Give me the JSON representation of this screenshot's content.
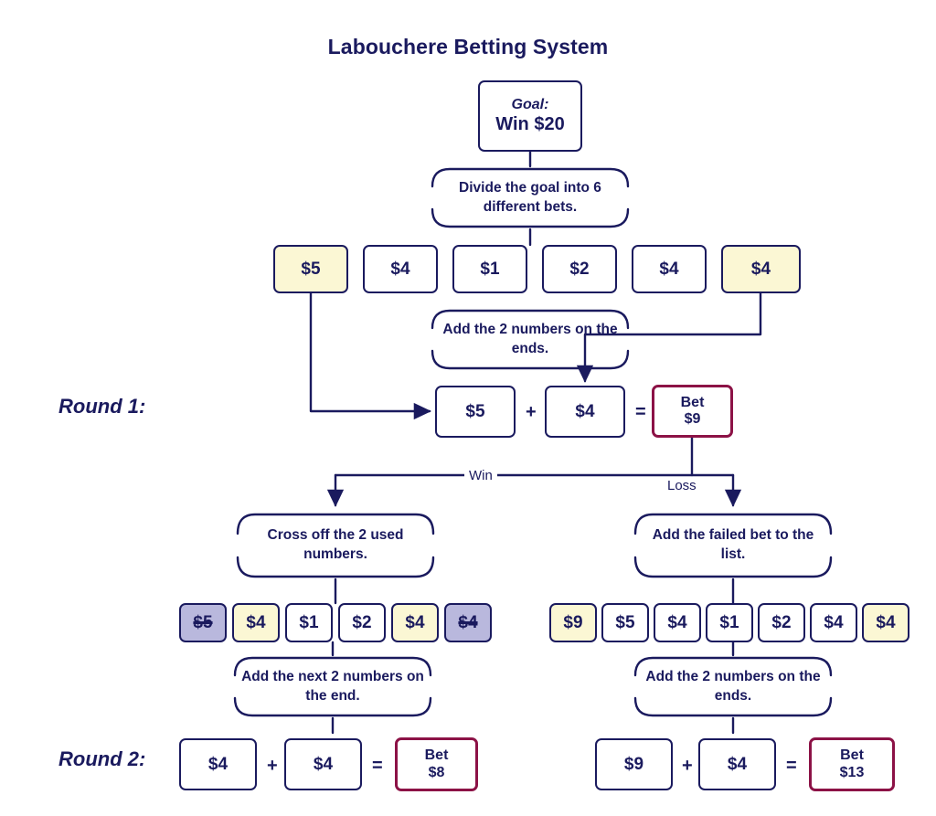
{
  "title": "Labouchere Betting System",
  "colors": {
    "navy": "#1a1a5e",
    "maroon": "#8c1246",
    "highlight_yellow": "#fbf7d4",
    "crossed_lavender": "#b9b8dd",
    "background": "#ffffff"
  },
  "goal": {
    "label": "Goal:",
    "value": "Win $20"
  },
  "steps": {
    "divide": "Divide the goal into 6 different bets.",
    "add_ends_1": "Add the 2 numbers on the ends.",
    "cross_off": "Cross off the 2 used numbers.",
    "add_failed": "Add the failed bet to the list.",
    "add_next_2": "Add the next 2 numbers on the end.",
    "add_ends_2": "Add the 2 numbers on the ends."
  },
  "initial_list": [
    {
      "value": "$5",
      "state": "highlight"
    },
    {
      "value": "$4",
      "state": "normal"
    },
    {
      "value": "$1",
      "state": "normal"
    },
    {
      "value": "$2",
      "state": "normal"
    },
    {
      "value": "$4",
      "state": "normal"
    },
    {
      "value": "$4",
      "state": "highlight"
    }
  ],
  "round1": {
    "label": "Round 1:",
    "a": "$5",
    "plus": "+",
    "b": "$4",
    "equals": "=",
    "result_line1": "Bet",
    "result_line2": "$9"
  },
  "branches": {
    "win": "Win",
    "loss": "Loss"
  },
  "win_list": [
    {
      "value": "$5",
      "state": "crossed"
    },
    {
      "value": "$4",
      "state": "highlight"
    },
    {
      "value": "$1",
      "state": "normal"
    },
    {
      "value": "$2",
      "state": "normal"
    },
    {
      "value": "$4",
      "state": "highlight"
    },
    {
      "value": "$4",
      "state": "crossed"
    }
  ],
  "loss_list": [
    {
      "value": "$9",
      "state": "highlight"
    },
    {
      "value": "$5",
      "state": "normal"
    },
    {
      "value": "$4",
      "state": "normal"
    },
    {
      "value": "$1",
      "state": "normal"
    },
    {
      "value": "$2",
      "state": "normal"
    },
    {
      "value": "$4",
      "state": "normal"
    },
    {
      "value": "$4",
      "state": "highlight"
    }
  ],
  "round2": {
    "label": "Round 2:",
    "win": {
      "a": "$4",
      "plus": "+",
      "b": "$4",
      "equals": "=",
      "result_line1": "Bet",
      "result_line2": "$8"
    },
    "loss": {
      "a": "$9",
      "plus": "+",
      "b": "$4",
      "equals": "=",
      "result_line1": "Bet",
      "result_line2": "$13"
    }
  }
}
